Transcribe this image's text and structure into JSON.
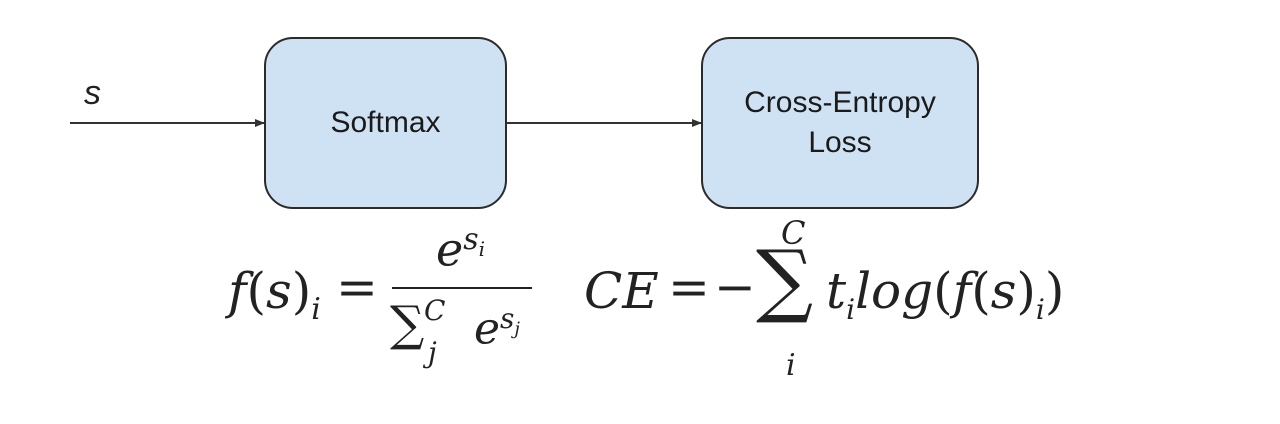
{
  "diagram": {
    "input_label": "s",
    "nodes": [
      {
        "id": "softmax",
        "label": "Softmax"
      },
      {
        "id": "cross-entropy",
        "label_line1": "Cross-Entropy",
        "label_line2": "Loss"
      }
    ],
    "edges": [
      {
        "from": "input",
        "to": "softmax"
      },
      {
        "from": "softmax",
        "to": "cross-entropy"
      }
    ],
    "colors": {
      "box_fill": "#cfe2f3",
      "box_stroke": "#2b2b2b",
      "line": "#333333"
    }
  },
  "equations": {
    "softmax": {
      "lhs_f": "f",
      "lhs_paren_open": "(",
      "lhs_s": "s",
      "lhs_paren_close": ")",
      "lhs_sub": "i",
      "equals": "=",
      "num_base": "e",
      "num_sup": "s",
      "num_sup_sub": "i",
      "den_sum": "∑",
      "den_sum_sub": "j",
      "den_sum_sup": "C",
      "den_base": "e",
      "den_sup": "s",
      "den_sup_sub": "j"
    },
    "cross_entropy": {
      "lhs": "CE",
      "equals": "=",
      "minus": "−",
      "sum": "∑",
      "sum_upper": "C",
      "sum_lower": "i",
      "t": "t",
      "t_sub": "i",
      "log": "log",
      "paren_open": "(",
      "f": "f",
      "inner_open": "(",
      "s": "s",
      "inner_close": ")",
      "f_sub": "i",
      "paren_close": ")"
    }
  }
}
